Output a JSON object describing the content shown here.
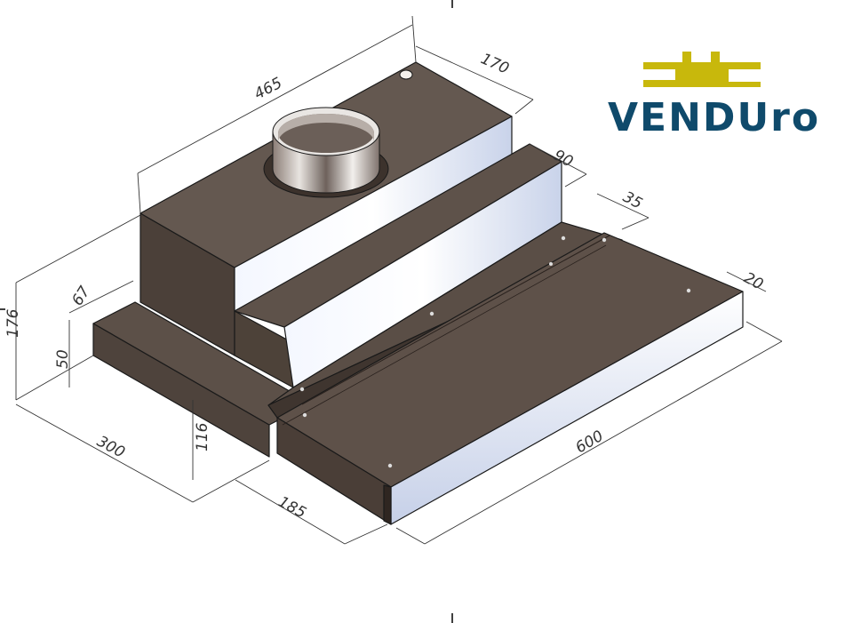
{
  "logo": {
    "text": "VENDUro",
    "text_color": "#0f4a6b",
    "mark_color": "#c8b80c"
  },
  "dimensions": {
    "width_top": "465",
    "depth_top": "170",
    "step_depth": "90",
    "front_lip": "35",
    "tray_edge": "20",
    "total_height": "176",
    "side_offset": "67",
    "base_height": "50",
    "base_depth": "300",
    "front_height": "116",
    "tray_extension": "185",
    "total_width": "600"
  },
  "colors": {
    "body": "#5b4f47",
    "body_top": "#6a5e56",
    "body_dark": "#4a3f38",
    "steel_light": "#eef2fb",
    "steel_mid": "#c7cfe6"
  }
}
